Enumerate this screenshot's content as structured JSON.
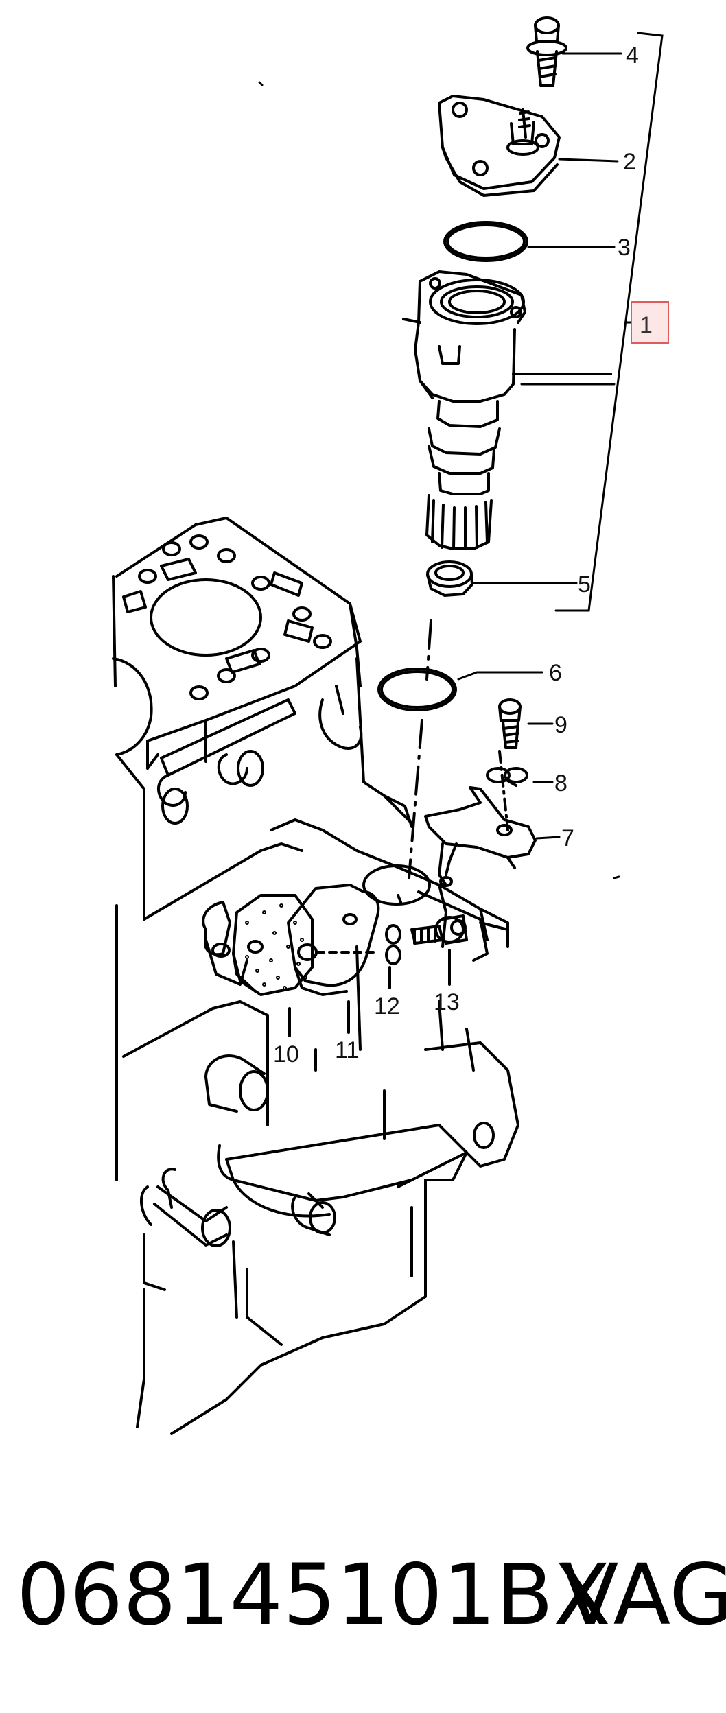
{
  "callouts": [
    "1",
    "2",
    "3",
    "4",
    "5",
    "6",
    "7",
    "8",
    "9",
    "10",
    "11",
    "12",
    "13"
  ],
  "footer": {
    "part_number": "068145101BX",
    "brand": "VAG"
  },
  "colors": {
    "line": "#000000",
    "highlight_fill": "#fde6e6",
    "highlight_border": "#e05b5b",
    "background": "#ffffff"
  }
}
